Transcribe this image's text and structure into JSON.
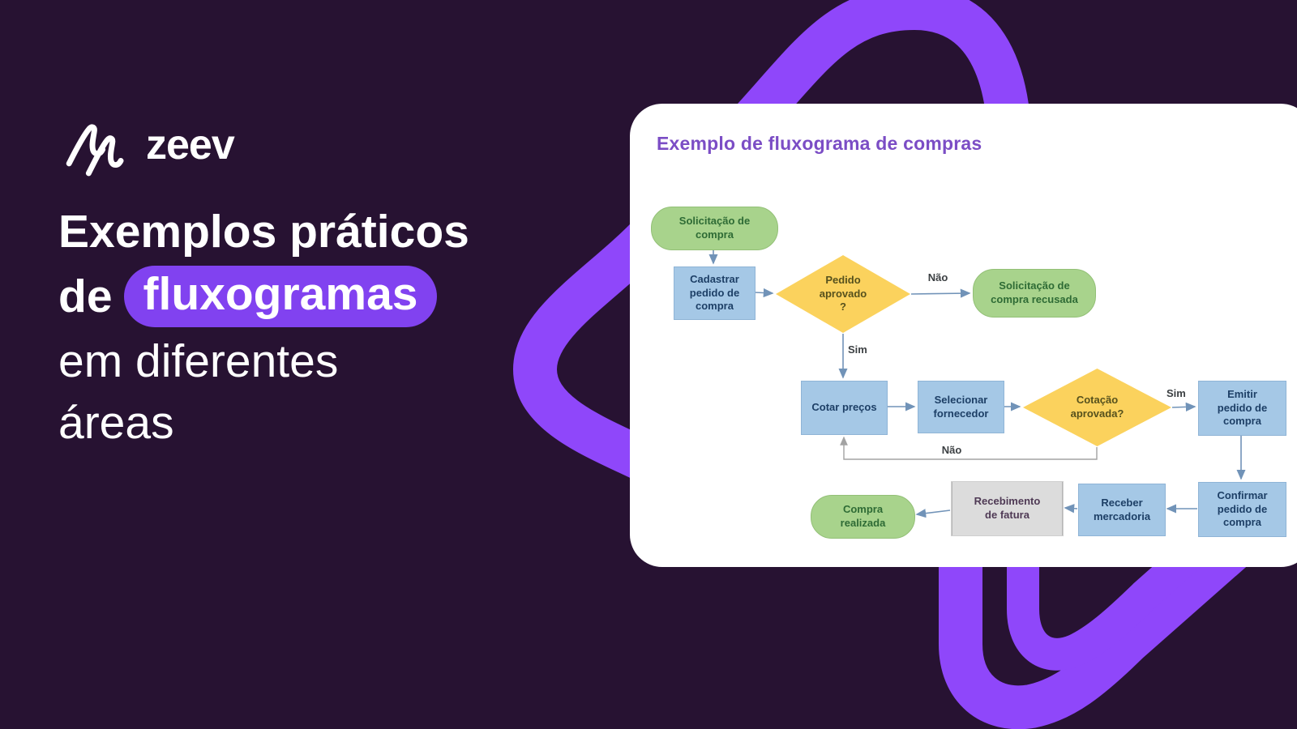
{
  "brand": {
    "name": "zeev"
  },
  "headline": {
    "line1": "Exemplos práticos",
    "line2_prefix": "de",
    "highlight": "fluxogramas",
    "line3": "em diferentes",
    "line4": "áreas"
  },
  "card": {
    "title": "Exemplo de fluxograma de compras"
  },
  "flowchart": {
    "nodes": {
      "solicitacao": {
        "type": "terminator",
        "label": "Solicitação de\ncompra"
      },
      "cadastrar": {
        "type": "process",
        "label": "Cadastrar\npedido de\ncompra"
      },
      "pedido": {
        "type": "decision",
        "label": "Pedido\naprovado\n?"
      },
      "recusada": {
        "type": "terminator",
        "label": "Solicitação de\ncompra recusada"
      },
      "cotar": {
        "type": "process",
        "label": "Cotar preços"
      },
      "selecionar": {
        "type": "process",
        "label": "Selecionar\nfornecedor"
      },
      "cotacao": {
        "type": "decision",
        "label": "Cotação\naprovada?"
      },
      "emitir": {
        "type": "process",
        "label": "Emitir\npedido de\ncompra"
      },
      "confirmar": {
        "type": "process",
        "label": "Confirmar\npedido de\ncompra"
      },
      "receber": {
        "type": "process",
        "label": "Receber\nmercadoria"
      },
      "recebimento": {
        "type": "predefined",
        "label": "Recebimento\nde fatura"
      },
      "compra": {
        "type": "terminator",
        "label": "Compra\nrealizada"
      }
    },
    "edge_labels": {
      "sim1": "Sim",
      "nao1": "Não",
      "sim2": "Sim",
      "nao2": "Não"
    }
  },
  "colors": {
    "background": "#271232",
    "paperclip_purple": "#8f47fa",
    "highlight_pill": "#8142f0",
    "card_title": "#7b4dc5",
    "terminator_fill": "#a8d38c",
    "terminator_text": "#2e6b35",
    "process_fill": "#a5c8e6",
    "process_text": "#1d3f66",
    "decision_fill": "#fbd25d",
    "decision_text": "#56511d",
    "predefined_fill": "#dcdcdc",
    "predefined_text": "#4f3a55",
    "connector": "#7193b8",
    "loop_connector": "#a3a3a3"
  }
}
